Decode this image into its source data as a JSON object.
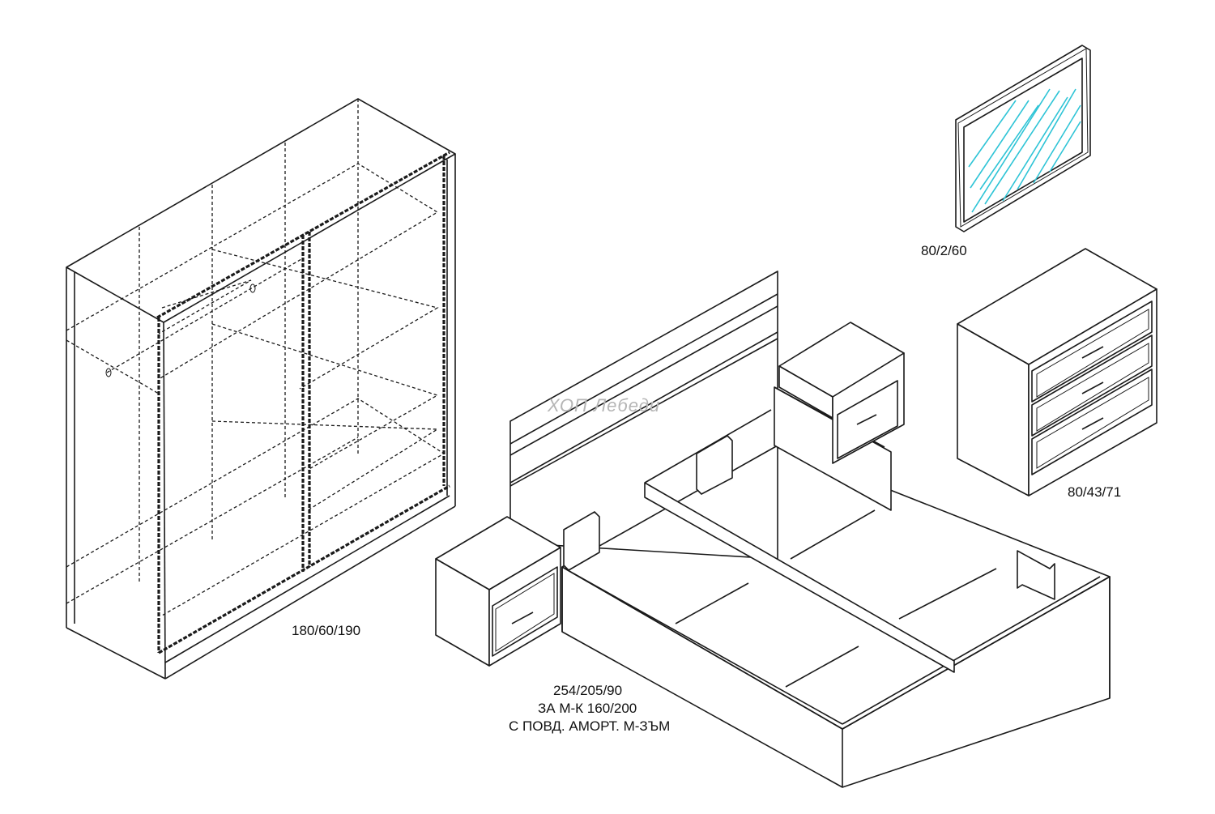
{
  "watermark": "ХОП Лебеди",
  "items": {
    "wardrobe": {
      "dimensions": "180/60/190",
      "icon": "wardrobe-icon"
    },
    "mirror": {
      "dimensions": "80/2/60",
      "icon": "mirror-icon",
      "glass_color": "#2ec4d6"
    },
    "chest": {
      "dimensions": "80/43/71",
      "icon": "chest-of-drawers-icon"
    },
    "bed": {
      "dimensions": "254/205/90",
      "mattress_note": "ЗА М-К 160/200",
      "mechanism_note": "С ПОВД. АМОРТ. М-ЗЪМ",
      "icon": "bed-icon"
    },
    "nightstands": {
      "icon": "nightstand-icon"
    }
  }
}
